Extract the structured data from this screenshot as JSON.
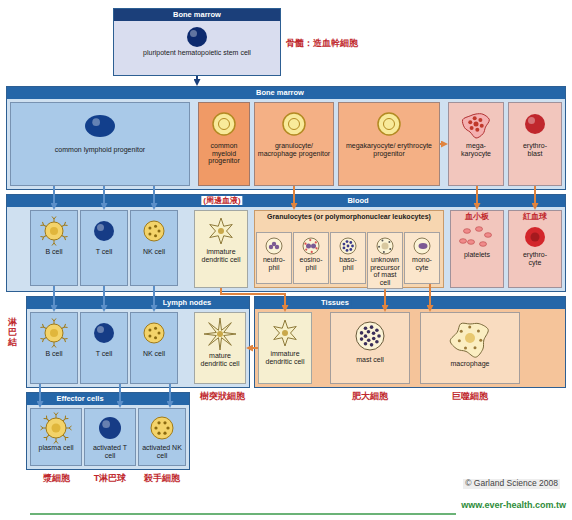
{
  "diagram": {
    "nodes": [
      {
        "text": [
          "Bone marrow"
        ]
      },
      {
        "text": [
          "pluripotent hematopoietic stem cell"
        ],
        "in": 0
      },
      {
        "text": [
          "Bone marrow"
        ]
      },
      {
        "text": [
          "common lymphoid progenitor"
        ],
        "in": 2
      },
      {
        "text": [
          "common myeloid progenitor"
        ],
        "in": 2
      },
      {
        "text": [
          "granulocyte/ macrophage progenitor"
        ],
        "in": 2
      },
      {
        "text": [
          "megakaryocyte/ erythrocyte progenitor"
        ],
        "in": 2
      },
      {
        "text": [
          "mega- karyocyte"
        ],
        "in": 2
      },
      {
        "text": [
          "erythro- blast"
        ],
        "in": 2
      },
      {
        "text": [
          "Blood"
        ]
      },
      {
        "text": [
          "B cell"
        ],
        "in": 9
      },
      {
        "text": [
          "T cell"
        ],
        "in": 9
      },
      {
        "text": [
          "NK cell"
        ],
        "in": 9
      },
      {
        "text": [
          "immature dendritic cell"
        ],
        "in": 9
      },
      {
        "text": [
          "Granulocytes (or polymorphonuclear leukocytes)"
        ],
        "in": 9
      },
      {
        "text": [
          "neutro- phil"
        ],
        "in": 14
      },
      {
        "text": [
          "eosino- phil"
        ],
        "in": 14
      },
      {
        "text": [
          "baso- phil"
        ],
        "in": 14
      },
      {
        "text": [
          "unknown precursor of mast cell"
        ],
        "in": 14
      },
      {
        "text": [
          "mono- cyte"
        ],
        "in": 14
      },
      {
        "text": [
          "platelets"
        ],
        "in": 9
      },
      {
        "text": [
          "erythro- cyte"
        ],
        "in": 9
      },
      {
        "text": [
          "Lymph nodes"
        ]
      },
      {
        "text": [
          "B cell"
        ],
        "in": 22
      },
      {
        "text": [
          "T cell"
        ],
        "in": 22
      },
      {
        "text": [
          "NK cell"
        ],
        "in": 22
      },
      {
        "text": [
          "mature dendritic cell"
        ],
        "in": 22
      },
      {
        "text": [
          "Tissues"
        ]
      },
      {
        "text": [
          "immature dendritic cell"
        ],
        "in": 27
      },
      {
        "text": [
          "mast cell"
        ],
        "in": 27
      },
      {
        "text": [
          "macrophage"
        ],
        "in": 27
      },
      {
        "text": [
          "Effector cells"
        ]
      },
      {
        "text": [
          "plasma cell"
        ],
        "in": 31
      },
      {
        "text": [
          "activated T cell"
        ],
        "in": 31
      },
      {
        "text": [
          "activated NK cell"
        ],
        "in": 31
      }
    ],
    "edges": [
      {
        "from": 0,
        "to": 2,
        "arrow": "to"
      },
      {
        "from": 3,
        "to": 10,
        "arrow": "to"
      },
      {
        "from": 3,
        "to": 11,
        "arrow": "to"
      },
      {
        "from": 3,
        "to": 12,
        "arrow": "to"
      },
      {
        "from": 5,
        "to": 14,
        "arrow": "to"
      },
      {
        "from": 6,
        "to": 7,
        "arrow": "to"
      },
      {
        "from": 7,
        "to": 20,
        "arrow": "to"
      },
      {
        "from": 8,
        "to": 21,
        "arrow": "to"
      },
      {
        "from": 10,
        "to": 23,
        "arrow": "to"
      },
      {
        "from": 11,
        "to": 24,
        "arrow": "to"
      },
      {
        "from": 12,
        "to": 25,
        "arrow": "to"
      },
      {
        "from": 13,
        "to": 28,
        "arrow": "to"
      },
      {
        "from": 28,
        "to": 26,
        "arrow": "to"
      },
      {
        "from": 18,
        "to": 29,
        "arrow": "to"
      },
      {
        "from": 19,
        "to": 30,
        "arrow": "to"
      },
      {
        "from": 23,
        "to": 32,
        "arrow": "to"
      },
      {
        "from": 24,
        "to": 33,
        "arrow": "to"
      },
      {
        "from": 25,
        "to": 34,
        "arrow": "to"
      }
    ],
    "labels": [
      "骨髓：造血幹細胞",
      "(周邊血液)",
      "血小板",
      "紅血球",
      "淋巴結",
      "樹突狀細胞",
      "肥大細胞",
      "巨噬細胞",
      "漿細胞",
      "T淋巴球",
      "殺手細胞",
      "© Garland Science 2008",
      "www.ever-health.com.tw"
    ]
  }
}
